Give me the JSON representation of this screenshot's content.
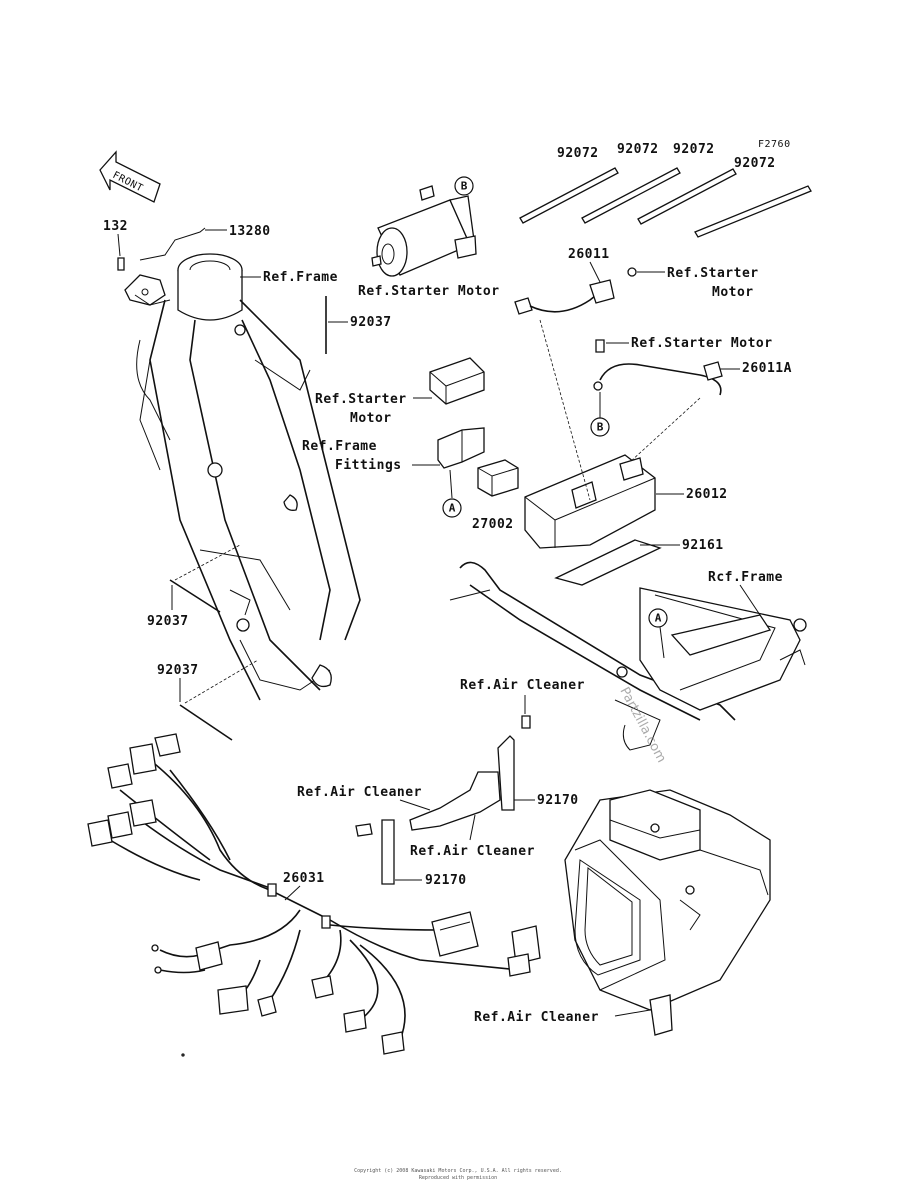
{
  "figure_code": "F2760",
  "front_label": "FRONT",
  "parts": {
    "p132": "132",
    "p13280": "13280",
    "p92037_top": "92037",
    "p92037_mid": "92037",
    "p92037_low": "92037",
    "p92072_1": "92072",
    "p92072_2": "92072",
    "p92072_3": "92072",
    "p92072_4": "92072",
    "p26011": "26011",
    "p26011A": "26011A",
    "p26012": "26012",
    "p27002": "27002",
    "p92161": "92161",
    "p92170_a": "92170",
    "p92170_b": "92170",
    "p26031": "26031"
  },
  "refs": {
    "frame_top": "Ref.Frame",
    "starter_motor_top": "Ref.Starter Motor",
    "starter_motor_right1_a": "Ref.Starter",
    "starter_motor_right1_b": "Motor",
    "starter_motor_right2": "Ref.Starter Motor",
    "starter_motor_left_a": "Ref.Starter",
    "starter_motor_left_b": "Motor",
    "frame_fittings_a": "Ref.Frame",
    "frame_fittings_b": "Fittings",
    "frame_right": "Rcf.Frame",
    "air_cleaner_top": "Ref.Air Cleaner",
    "air_cleaner_left": "Ref.Air Cleaner",
    "air_cleaner_mid": "Ref.Air Cleaner",
    "air_cleaner_bottom": "Ref.Air Cleaner"
  },
  "callouts": {
    "A": "A",
    "B": "B"
  },
  "watermark": "Partzilla.com",
  "copyright_line1": "Copyright (c) 2008 Kawasaki Motors Corp., U.S.A. All rights reserved.",
  "copyright_line2": "Reproduced with permission"
}
